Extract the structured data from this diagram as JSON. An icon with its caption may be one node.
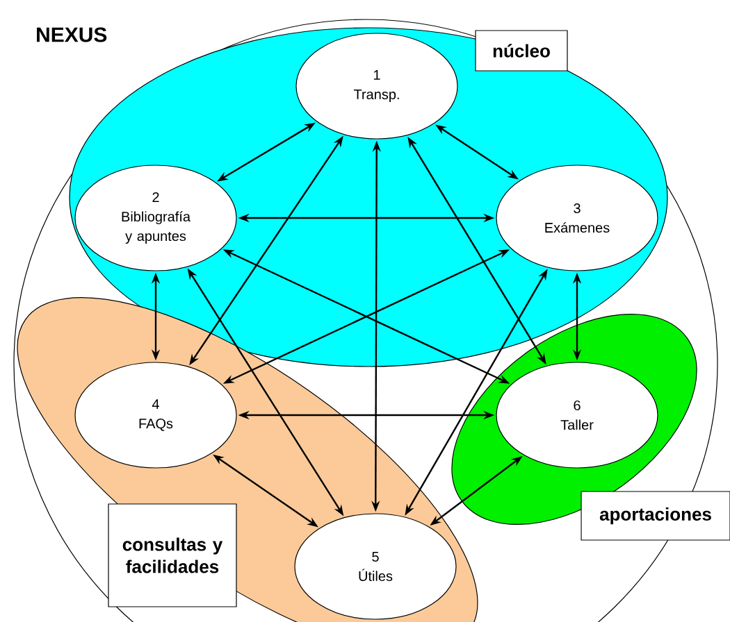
{
  "diagram": {
    "nodes": [
      {
        "text": [
          "NEXUS"
        ]
      },
      {
        "text": [
          "núcleo"
        ],
        "in": 0
      },
      {
        "text": [
          "1",
          "Transp."
        ],
        "in": 1
      },
      {
        "text": [
          "2",
          "Bibliografía y apuntes"
        ],
        "in": 1
      },
      {
        "text": [
          "3",
          "Exámenes"
        ],
        "in": 1
      },
      {
        "text": [
          "consultas y facilidades"
        ],
        "in": 0
      },
      {
        "text": [
          "4",
          "FAQs"
        ],
        "in": 5
      },
      {
        "text": [
          "5",
          "Útiles"
        ],
        "in": 5
      },
      {
        "text": [
          "aportaciones"
        ],
        "in": 0
      },
      {
        "text": [
          "6",
          "Taller"
        ],
        "in": 8
      }
    ],
    "edges": [
      {
        "from": 2,
        "to": 3,
        "arrow": "both"
      },
      {
        "from": 2,
        "to": 4,
        "arrow": "both"
      },
      {
        "from": 2,
        "to": 6,
        "arrow": "both"
      },
      {
        "from": 2,
        "to": 7,
        "arrow": "both"
      },
      {
        "from": 2,
        "to": 9,
        "arrow": "both"
      },
      {
        "from": 3,
        "to": 4,
        "arrow": "both"
      },
      {
        "from": 3,
        "to": 6,
        "arrow": "both"
      },
      {
        "from": 3,
        "to": 7,
        "arrow": "both"
      },
      {
        "from": 3,
        "to": 9,
        "arrow": "both"
      },
      {
        "from": 4,
        "to": 6,
        "arrow": "both"
      },
      {
        "from": 4,
        "to": 7,
        "arrow": "both"
      },
      {
        "from": 4,
        "to": 9,
        "arrow": "both"
      },
      {
        "from": 6,
        "to": 7,
        "arrow": "both"
      },
      {
        "from": 6,
        "to": 9,
        "arrow": "both"
      },
      {
        "from": 7,
        "to": 9,
        "arrow": "both"
      }
    ]
  }
}
